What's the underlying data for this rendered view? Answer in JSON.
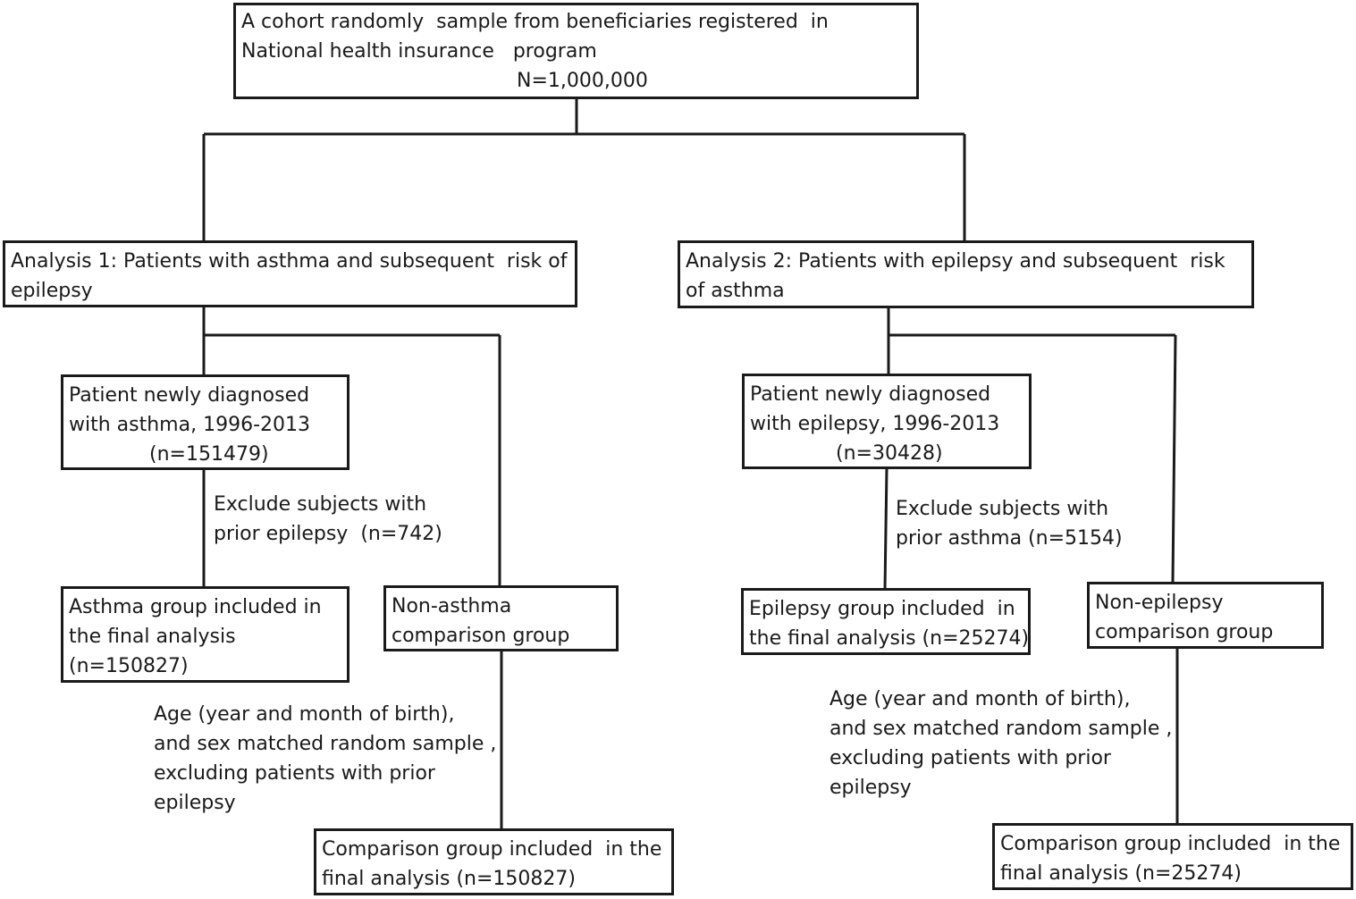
{
  "top_box": {
    "line1": "A cohort randomly  sample from beneficiaries registered  in",
    "line2": "National health insurance   program",
    "line3": "N=1,000,000"
  },
  "analysis1": {
    "header_line1": "Analysis 1: Patients with asthma and subsequent  risk of",
    "header_line2": "epilepsy",
    "diagnosed_line1": "Patient newly diagnosed",
    "diagnosed_line2": "with asthma, 1996-2013",
    "diagnosed_line3": "(n=151479)",
    "exclude_line1": "Exclude subjects with",
    "exclude_line2": "prior epilepsy  (n=742)",
    "group_line1": "Asthma group included in",
    "group_line2": "the final analysis",
    "group_line3": "(n=150827)",
    "nongroup_line1": "Non-asthma",
    "nongroup_line2": "comparison group",
    "match_line1": "Age (year and month of birth),",
    "match_line2": "and sex matched random sample ,",
    "match_line3": "excluding patients with prior",
    "match_line4": "epilepsy",
    "comparison_line1": "Comparison group included  in the",
    "comparison_line2": "final analysis (n=150827)"
  },
  "analysis2": {
    "header_line1": "Analysis 2: Patients with epilepsy and subsequent  risk",
    "header_line2": "of asthma",
    "diagnosed_line1": "Patient newly diagnosed",
    "diagnosed_line2": "with epilepsy, 1996-2013",
    "diagnosed_line3": "(n=30428)",
    "exclude_line1": "Exclude subjects with",
    "exclude_line2": "prior asthma (n=5154)",
    "group_line1": "Epilepsy group included  in",
    "group_line2": "the final analysis (n=25274)",
    "nongroup_line1": "Non-epilepsy",
    "nongroup_line2": "comparison group",
    "match_line1": "Age (year and month of birth),",
    "match_line2": "and sex matched random sample ,",
    "match_line3": "excluding patients with prior",
    "match_line4": "epilepsy",
    "comparison_line1": "Comparison group included  in the",
    "comparison_line2": "final analysis (n=25274)"
  }
}
